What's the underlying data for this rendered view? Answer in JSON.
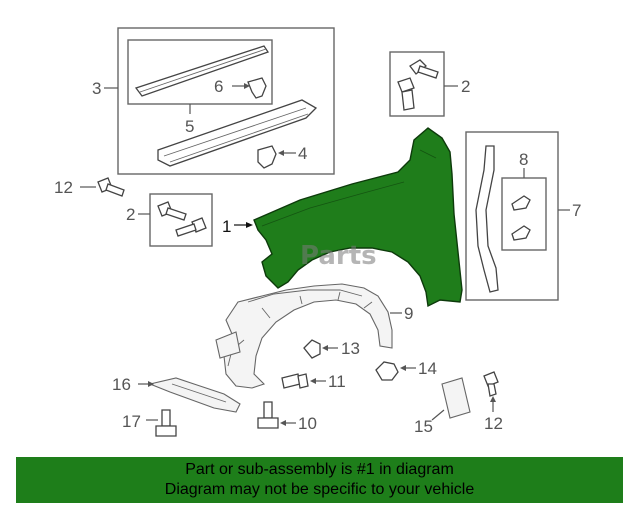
{
  "callouts": {
    "c1": "1",
    "c2a": "2",
    "c2b": "2",
    "c3": "3",
    "c4": "4",
    "c5": "5",
    "c6": "6",
    "c7": "7",
    "c8": "8",
    "c9": "9",
    "c10": "10",
    "c11": "11",
    "c12a": "12",
    "c12b": "12",
    "c13": "13",
    "c14": "14",
    "c15": "15",
    "c16": "16",
    "c17": "17"
  },
  "watermark": "Parts",
  "banner": {
    "line1": "Part or sub-assembly is #1 in diagram",
    "line2": "Diagram may not be specific to your vehicle"
  },
  "colors": {
    "highlight": "#1e7e1a",
    "fender": "#1f7d1b"
  }
}
